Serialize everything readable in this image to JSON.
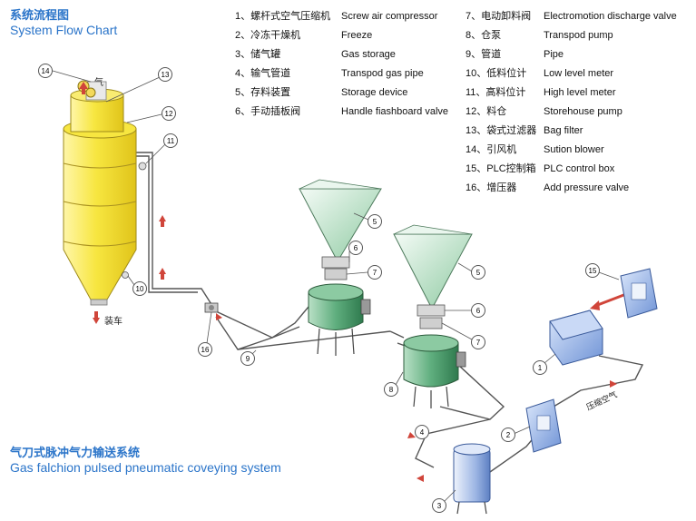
{
  "title": {
    "cn": "系统流程图",
    "en": "System Flow Chart"
  },
  "subtitle": {
    "cn": "气刀式脉冲气力输送系统",
    "en": "Gas falchion pulsed pneumatic coveying system"
  },
  "legend_left": [
    {
      "cn": "1、螺杆式空气压缩机",
      "en": "Screw air compressor"
    },
    {
      "cn": "2、冷冻干燥机",
      "en": "Freeze"
    },
    {
      "cn": "3、储气罐",
      "en": "Gas storage"
    },
    {
      "cn": "4、输气管道",
      "en": "Transpod gas pipe"
    },
    {
      "cn": "5、存料装置",
      "en": "Storage device"
    },
    {
      "cn": "6、手动插板阀",
      "en": "Handle fiashboard valve"
    }
  ],
  "legend_right": [
    {
      "cn": "7、电动卸料阀",
      "en": "Electromotion discharge valve"
    },
    {
      "cn": "8、仓泵",
      "en": "Transpod pump"
    },
    {
      "cn": "9、管道",
      "en": "Pipe"
    },
    {
      "cn": "10、低料位计",
      "en": "Low level meter"
    },
    {
      "cn": "11、高料位计",
      "en": "High level meter"
    },
    {
      "cn": "12、料仓",
      "en": "Storehouse pump"
    },
    {
      "cn": "13、袋式过滤器",
      "en": "Bag filter"
    },
    {
      "cn": "14、引风机",
      "en": "Sution blower"
    },
    {
      "cn": "15、PLC控制箱",
      "en": "PLC control box"
    },
    {
      "cn": "16、增压器",
      "en": "Add pressure valve"
    }
  ],
  "diagram_labels": {
    "gas_out": "气",
    "unload": "装车",
    "compressed_air": "压缩空气"
  },
  "callouts": [
    "1",
    "2",
    "3",
    "4",
    "5",
    "6",
    "7",
    "8",
    "9",
    "10",
    "11",
    "12",
    "13",
    "14",
    "15",
    "16",
    "5",
    "6",
    "7"
  ],
  "colors": {
    "title_blue": "#2a74c9",
    "silo_yellow": "#f5e43a",
    "pump_green": "#5fae7e",
    "hopper_green": "#cde8d4",
    "equipment_blue": "#8fb0e8",
    "arrow_red": "#d0453a",
    "pipe_gray": "#555555"
  }
}
